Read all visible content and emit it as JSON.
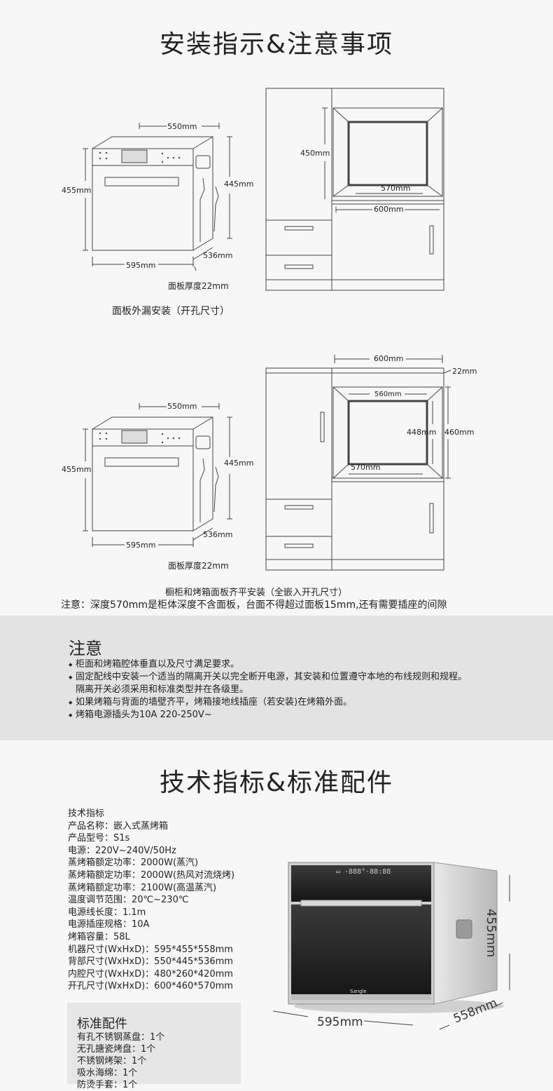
{
  "install": {
    "title": "安装指示&注意事项",
    "diagram1": {
      "width_top": "550mm",
      "height_left": "455mm",
      "height_right": "445mm",
      "depth": "536mm",
      "width_bottom": "595mm",
      "panel": "面板厚度22mm",
      "caption": "面板外漏安装（开孔尺寸）",
      "cab_height": "450mm",
      "cab_depth": "570mm",
      "cab_width": "600mm"
    },
    "diagram2": {
      "width_top": "550mm",
      "height_left": "455mm",
      "height_right": "445mm",
      "depth": "536mm",
      "width_bottom": "595mm",
      "panel": "面板厚度22mm",
      "cab_width": "600mm",
      "cab_panel": "22mm",
      "cab_inner_width": "560mm",
      "cab_inner_height": "448mm",
      "cab_height": "460mm",
      "cab_depth": "570mm",
      "caption1": "橱柜和烤箱面板齐平安装（全嵌入开孔尺寸）",
      "caption2": "注意：深度570mm是柜体深度不含面板，台面不得超过面板15mm,还有需要插座的间隙"
    }
  },
  "notes": {
    "title": "注意",
    "items": [
      "柜面和烤箱腔体垂直以及尺寸满足要求。",
      "固定配线中安装一个适当的隔离开关以完全断开电源，其安装和位置遵守本地的布线规则和规程。",
      "隔离开关必须采用和标准类型并在各级里。",
      "如果烤箱与背面的墙壁齐平，烤箱接地线插座（若安装)在烤箱外面。",
      "烤箱电源插头为10A 220-250V~"
    ]
  },
  "tech": {
    "title": "技术指标&标准配件",
    "specs": [
      "技术指标",
      "产品名称：嵌入式蒸烤箱",
      "产品型号：S1s",
      "电源：220V~240V/50Hz",
      "蒸烤箱额定功率：2000W(蒸汽)",
      "蒸烤箱额定功率：2000W(热风对流烧烤)",
      "蒸烤箱额定功率：2100W(高温蒸汽)",
      "温度调节范围：20℃~230℃",
      "电源线长度：1.1m",
      "电源插座规格：10A",
      "烤箱容量：58L",
      "机器尺寸(WxHxD)：595*455*558mm",
      "背部尺寸(WxHxD)：550*445*536mm",
      "内腔尺寸(WxHxD)：480*260*420mm",
      "开孔尺寸(WxHxD)：600*460*570mm"
    ],
    "accessories_title": "标准配件",
    "accessories": [
      "有孔不锈钢蒸盘：1个",
      "无孔搪瓷烤盘：1个",
      "不锈钢烤架：1个",
      "吸水海绵：1个",
      "防烫手套：1个"
    ],
    "product": {
      "height": "455mm",
      "width": "595mm",
      "depth": "558mm",
      "brand": "Sangle",
      "display": "▭ ·888°·88:88"
    }
  },
  "colors": {
    "band": "#e3e3e3",
    "line": "#444444",
    "accent_gray": "#e6e6e6"
  }
}
